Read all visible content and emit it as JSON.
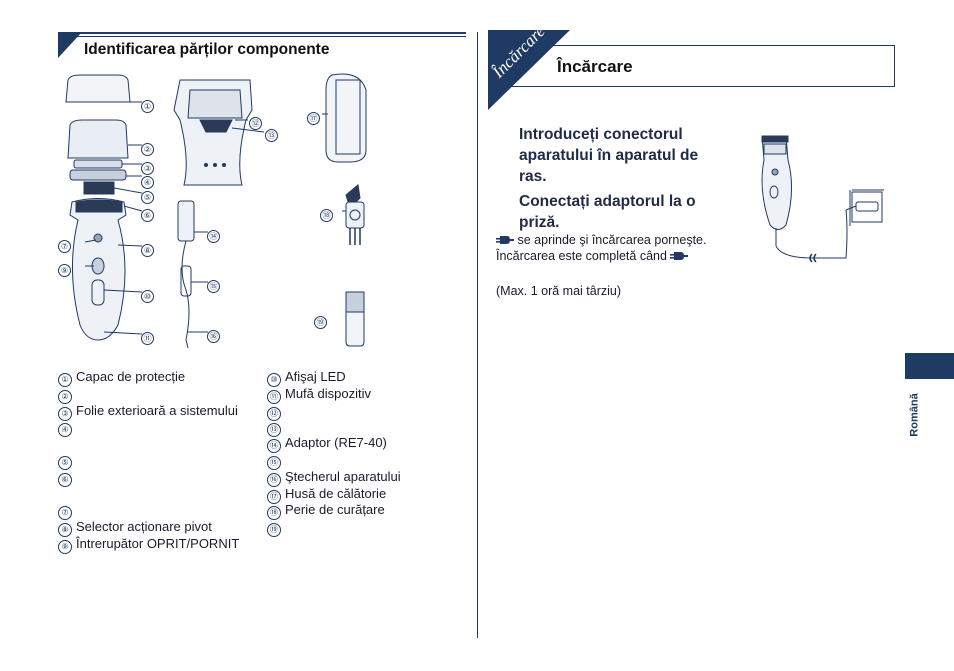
{
  "left": {
    "title": "Identificarea părților componente",
    "callouts": [
      "①",
      "②",
      "③",
      "④",
      "⑤",
      "⑥",
      "⑦",
      "⑧",
      "⑨",
      "⑩",
      "⑪",
      "⑫",
      "⑬",
      "⑭",
      "⑮",
      "⑯",
      "⑰",
      "⑱",
      "⑲"
    ],
    "legend_col1": [
      {
        "num": "①",
        "text": "Capac de protecție"
      },
      {
        "num": "②",
        "text": ""
      },
      {
        "num": "③",
        "text": "Folie exterioară a sistemului"
      },
      {
        "num": "④",
        "text": ""
      },
      {
        "num": "⑤",
        "text": ""
      },
      {
        "num": "⑥",
        "text": ""
      },
      {
        "num": "⑦",
        "text": ""
      },
      {
        "num": "⑧",
        "text": "Selector acționare pivot"
      },
      {
        "num": "⑨",
        "text": "Întrerupător OPRIT/PORNIT"
      }
    ],
    "legend_col2": [
      {
        "num": "⑩",
        "text": "Afişaj LED"
      },
      {
        "num": "⑪",
        "text": "Mufă dispozitiv"
      },
      {
        "num": "⑫",
        "text": ""
      },
      {
        "num": "⑬",
        "text": ""
      },
      {
        "num": "⑭",
        "text": "Adaptor (RE7-40)"
      },
      {
        "num": "⑮",
        "text": ""
      },
      {
        "num": "⑯",
        "text": "Ştecherul aparatului"
      },
      {
        "num": "⑰",
        "text": "Husă de călătorie"
      },
      {
        "num": "⑱",
        "text": "Perie de curățare"
      },
      {
        "num": "⑲",
        "text": ""
      }
    ]
  },
  "right": {
    "tab_text": "Încărcare",
    "title": "Încărcare",
    "step1": [
      "Introduceți conectorul",
      "aparatului în aparatul de",
      "ras."
    ],
    "step2": [
      "Conectați adaptorul la o",
      "priză."
    ],
    "note1": "se aprinde şi încărcarea porneşte.",
    "note2": "Încărcarea este completă când",
    "note3": "(Max. 1 oră mai târziu)"
  },
  "side_tab": {
    "label": "Română"
  },
  "colors": {
    "accent": "#1f3a63"
  }
}
